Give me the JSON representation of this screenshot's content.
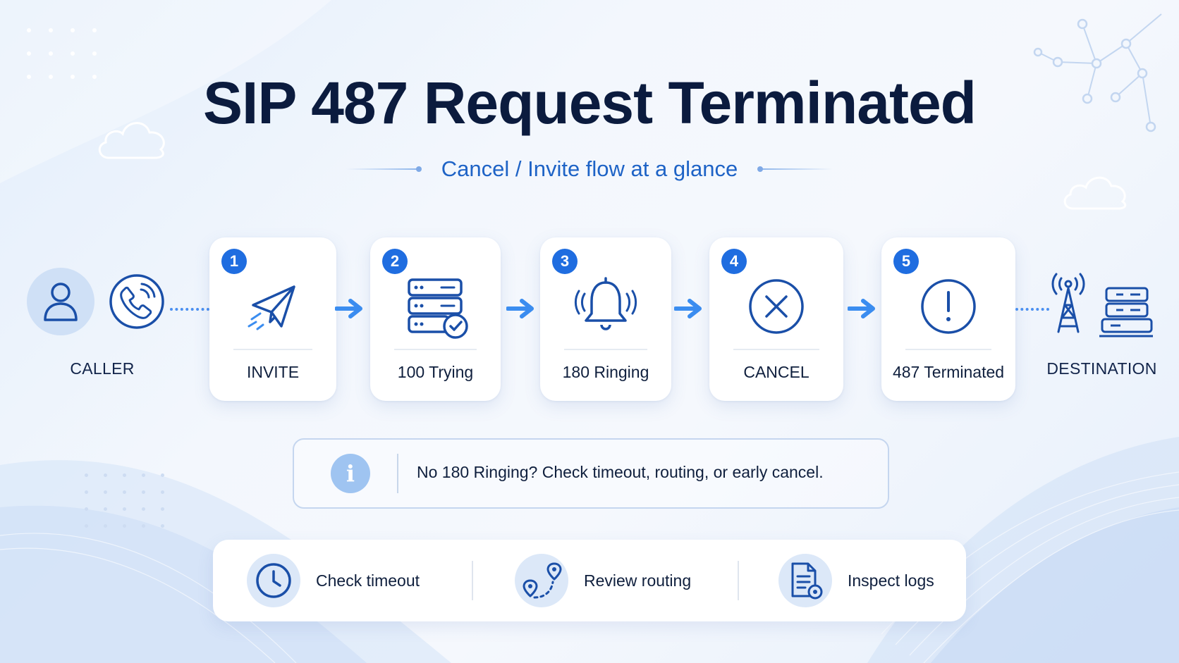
{
  "title": "SIP 487 Request Terminated",
  "subtitle": "Cancel / Invite flow at a glance",
  "caller": {
    "label": "CALLER",
    "icon": "user-icon",
    "phone_icon": "phone-call-icon"
  },
  "destination": {
    "label": "DESTINATION",
    "icon": "antenna-tower-icon",
    "server_icon": "server-icon"
  },
  "steps": [
    {
      "number": "1",
      "label": "INVITE",
      "icon": "paper-plane-icon"
    },
    {
      "number": "2",
      "label": "100 Trying",
      "icon": "server-check-icon"
    },
    {
      "number": "3",
      "label": "180 Ringing",
      "icon": "bell-ringing-icon"
    },
    {
      "number": "4",
      "label": "CANCEL",
      "icon": "cancel-x-icon"
    },
    {
      "number": "5",
      "label": "487 Terminated",
      "icon": "exclamation-icon"
    }
  ],
  "info": {
    "icon": "info-icon",
    "text": "No 180 Ringing? Check timeout, routing, or early cancel."
  },
  "actions": [
    {
      "label": "Check timeout",
      "icon": "clock-icon"
    },
    {
      "label": "Review routing",
      "icon": "route-pin-icon"
    },
    {
      "label": "Inspect logs",
      "icon": "log-document-icon"
    }
  ],
  "colors": {
    "accent": "#1f6de0",
    "title": "#0b1b3e",
    "subtitle": "#1e63c6",
    "icon_stroke": "#1a4fa8"
  }
}
